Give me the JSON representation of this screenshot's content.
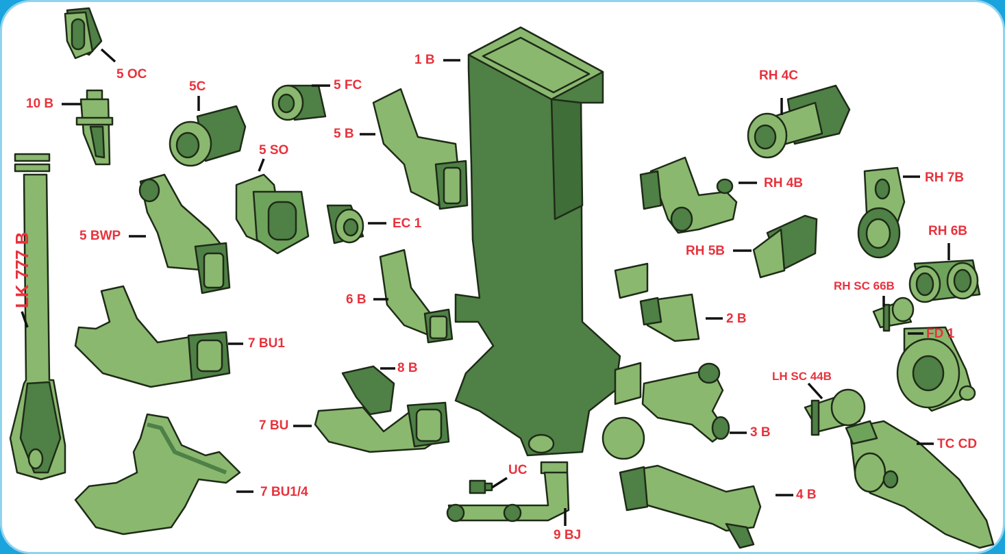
{
  "labels": {
    "oc5": "5 OC",
    "b10": "10 B",
    "c5": "5C",
    "fc5": "5 FC",
    "b5": "5 B",
    "b1": "1 B",
    "rh4c": "RH 4C",
    "so5": "5 SO",
    "bwp5": "5 BWP",
    "ec1": "EC 1",
    "rh4b": "RH 4B",
    "rh7b": "RH 7B",
    "rh6b": "RH 6B",
    "rh5b": "RH 5B",
    "lk777b": "LK 777 B",
    "b6": "6 B",
    "rhsc66b": "RH SC 66B",
    "b2": "2 B",
    "fd1": "FD 1",
    "bu1_7": "7 BU1",
    "b8": "8 B",
    "lhsc44b": "LH SC 44B",
    "bu7": "7 BU",
    "b3": "3 B",
    "tccd": "TC CD",
    "uc": "UC",
    "bu14_7": "7 BU1/4",
    "b4": "4 B",
    "bj9": "9 BJ"
  },
  "colors": {
    "background": "#1aa3dc",
    "panel": "#ffffff",
    "part_light": "#8ab86f",
    "part_dark": "#4f8046",
    "outline": "#1e2b17",
    "label_text": "#e8323c",
    "leader_line": "#111111"
  }
}
